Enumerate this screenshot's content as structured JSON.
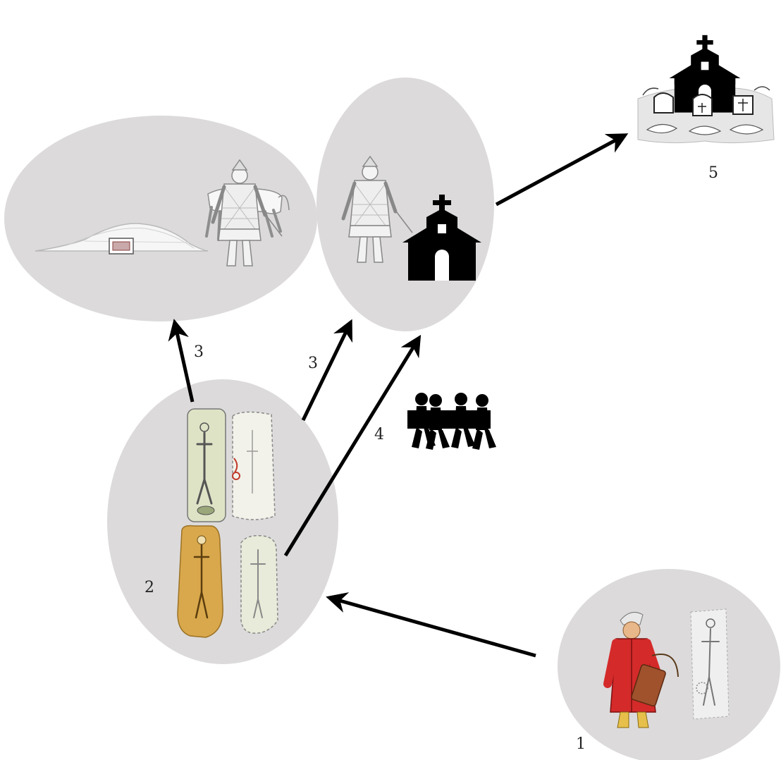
{
  "labels": {
    "stage1": "1",
    "stage2": "2",
    "stage5": "5",
    "arrow_to_mound": "3",
    "arrow_to_church": "3",
    "arrow_procession": "4"
  },
  "colors": {
    "stage_fill": "#dcdadb",
    "arrow": "#000000",
    "icon": "#000000",
    "robe_red": "#d42a2a",
    "grave_ochre": "#d9a84c",
    "grave_green": "#dfe3c6"
  },
  "icons": {
    "church": "church-icon",
    "pallbearers": "pallbearers-icon",
    "cemetery": "cemetery-church-icon",
    "warrior": "armored-warrior-figure",
    "horse": "horse-figure",
    "mound": "burial-mound-figure",
    "robed_man": "robed-warrior-figure"
  }
}
